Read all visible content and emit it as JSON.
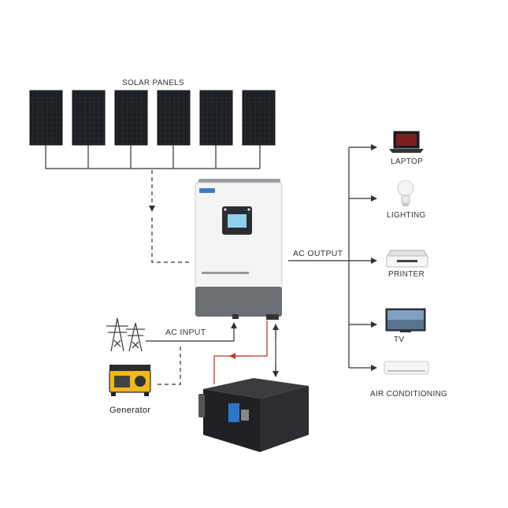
{
  "labels": {
    "solar_panels": "SOLAR PANELS",
    "ac_output": "AC OUTPUT",
    "ac_input": "AC INPUT",
    "generator": "Generator",
    "laptop": "LAPTOP",
    "lighting": "LIGHTING",
    "printer": "PRINTER",
    "tv": "TV",
    "air_conditioning": "AIR CONDITIONING"
  },
  "colors": {
    "line": "#333333",
    "battery_link": "#c0392b",
    "panel": "#1c1f24",
    "inverter_body": "#f4f4f4",
    "inverter_base": "#6b6e72"
  },
  "icons": [
    "solar-panel-icon",
    "inverter-icon",
    "transmission-tower-icon",
    "generator-icon",
    "battery-icon",
    "laptop-icon",
    "light-bulb-icon",
    "printer-icon",
    "tv-icon",
    "air-conditioner-icon"
  ]
}
